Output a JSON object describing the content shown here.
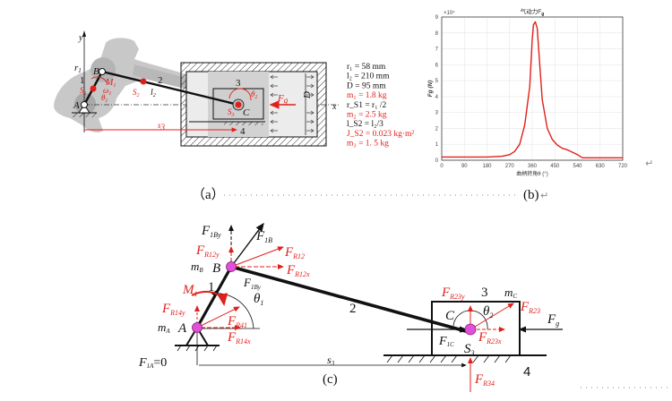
{
  "panel_a": {
    "caption": "（a）",
    "labels": {
      "y_axis": "y",
      "x_axis": "x",
      "r1": "r",
      "r1_sub": "1",
      "link1": "1",
      "link2": "2",
      "link3": "3",
      "link4": "4",
      "A": "A",
      "B": "B",
      "C": "C",
      "S1": "S",
      "S1_sub": "1",
      "S2": "S",
      "S2_sub": "2",
      "S3": "S",
      "S3_sub": "3",
      "M1": "M",
      "M1_sub": "1",
      "omega1": "ω",
      "omega1_sub": "1",
      "theta1": "θ",
      "theta1_sub": "1",
      "theta2": "θ",
      "theta2_sub": "2",
      "l2": "l",
      "l2_sub": "2",
      "Fg": "F",
      "Fg_sub": "g",
      "D": "D",
      "s3": "s",
      "s3_sub": "3"
    },
    "parameters": [
      {
        "text": "r₁ = 58 mm",
        "color": "#111111"
      },
      {
        "text": "l₂ = 210 mm",
        "color": "#111111"
      },
      {
        "text": "D = 95 mm",
        "color": "#111111"
      },
      {
        "text": "m₁ = 1.8 kg",
        "color": "#e0201a"
      },
      {
        "text": "r_S1 = r₁ /2",
        "color": "#111111"
      },
      {
        "text": "m₂ = 2.5 kg",
        "color": "#e0201a"
      },
      {
        "text": "l_S2 = l₂/3",
        "color": "#111111"
      },
      {
        "text": "J_S2 = 0.023 kg·m²",
        "color": "#e0201a"
      },
      {
        "text": "m₃ = 1. 5 kg",
        "color": "#e0201a"
      }
    ]
  },
  "panel_b": {
    "caption": "(b)",
    "return_mark": "↵"
  },
  "panel_c": {
    "caption": "(c)",
    "labels": {
      "F1By_top": "F",
      "F1By_top_sub": "1By",
      "F1B": "F",
      "F1B_sub": "1B",
      "FR12y": "F",
      "FR12y_sub": "R12y",
      "FR12": "F",
      "FR12_sub": "R12",
      "FR12x": "F",
      "FR12x_sub": "R12x",
      "mB": "m",
      "mB_sub": "B",
      "B": "B",
      "link1": "1",
      "link2": "2",
      "link3": "3",
      "link4": "4",
      "F1By_mid": "F",
      "F1By_mid_sub": "1By",
      "theta1": "θ",
      "theta1_sub": "1",
      "M1": "M",
      "M1_sub": "1",
      "FR14y": "F",
      "FR14y_sub": "R14y",
      "FR41": "F",
      "FR41_sub": "R41",
      "mA": "m",
      "mA_sub": "A",
      "A": "A",
      "FR14x": "F",
      "FR14x_sub": "R14x",
      "F1A": "F",
      "F1A_sub": "1A",
      "F1A_val": "=0",
      "s3": "s",
      "s3_sub": "3",
      "FR23y": "F",
      "FR23y_sub": "R23y",
      "mC": "m",
      "mC_sub": "C",
      "C": "C",
      "theta2": "θ",
      "theta2_sub": "2",
      "FR23": "F",
      "FR23_sub": "R23",
      "Fg": "F",
      "Fg_sub": "g",
      "F1C": "F",
      "F1C_sub": "1C",
      "FR23x": "F",
      "FR23x_sub": "R23x",
      "S3": "S",
      "S3_sub": "3",
      "FR34": "F",
      "FR34_sub": "R34"
    }
  },
  "chart_data": {
    "type": "line",
    "title": "气动力F",
    "title_sub": "g",
    "xlabel": "曲柄转角θ (°)",
    "ylabel": "Fg (N)",
    "y_multiplier": "×10⁴",
    "xlim": [
      0,
      720
    ],
    "ylim": [
      0,
      9
    ],
    "grid": true,
    "xticks": [
      0,
      90,
      180,
      270,
      360,
      450,
      540,
      630,
      720
    ],
    "yticks": [
      0,
      1,
      2,
      3,
      4,
      5,
      6,
      7,
      8,
      9
    ],
    "series": [
      {
        "name": "Fg",
        "color": "#e0201a",
        "x": [
          0,
          90,
          180,
          240,
          270,
          290,
          310,
          330,
          345,
          350,
          360,
          365,
          372,
          380,
          390,
          400,
          420,
          440,
          460,
          480,
          500,
          520,
          540,
          560,
          570,
          630,
          720
        ],
        "y": [
          0.2,
          0.2,
          0.2,
          0.25,
          0.35,
          0.55,
          1.0,
          2.2,
          4.0,
          4.6,
          7.6,
          8.5,
          8.7,
          8.3,
          6.0,
          3.8,
          2.0,
          1.3,
          0.95,
          0.75,
          0.65,
          0.5,
          0.35,
          0.15,
          0.15,
          0.15,
          0.15
        ]
      }
    ]
  }
}
